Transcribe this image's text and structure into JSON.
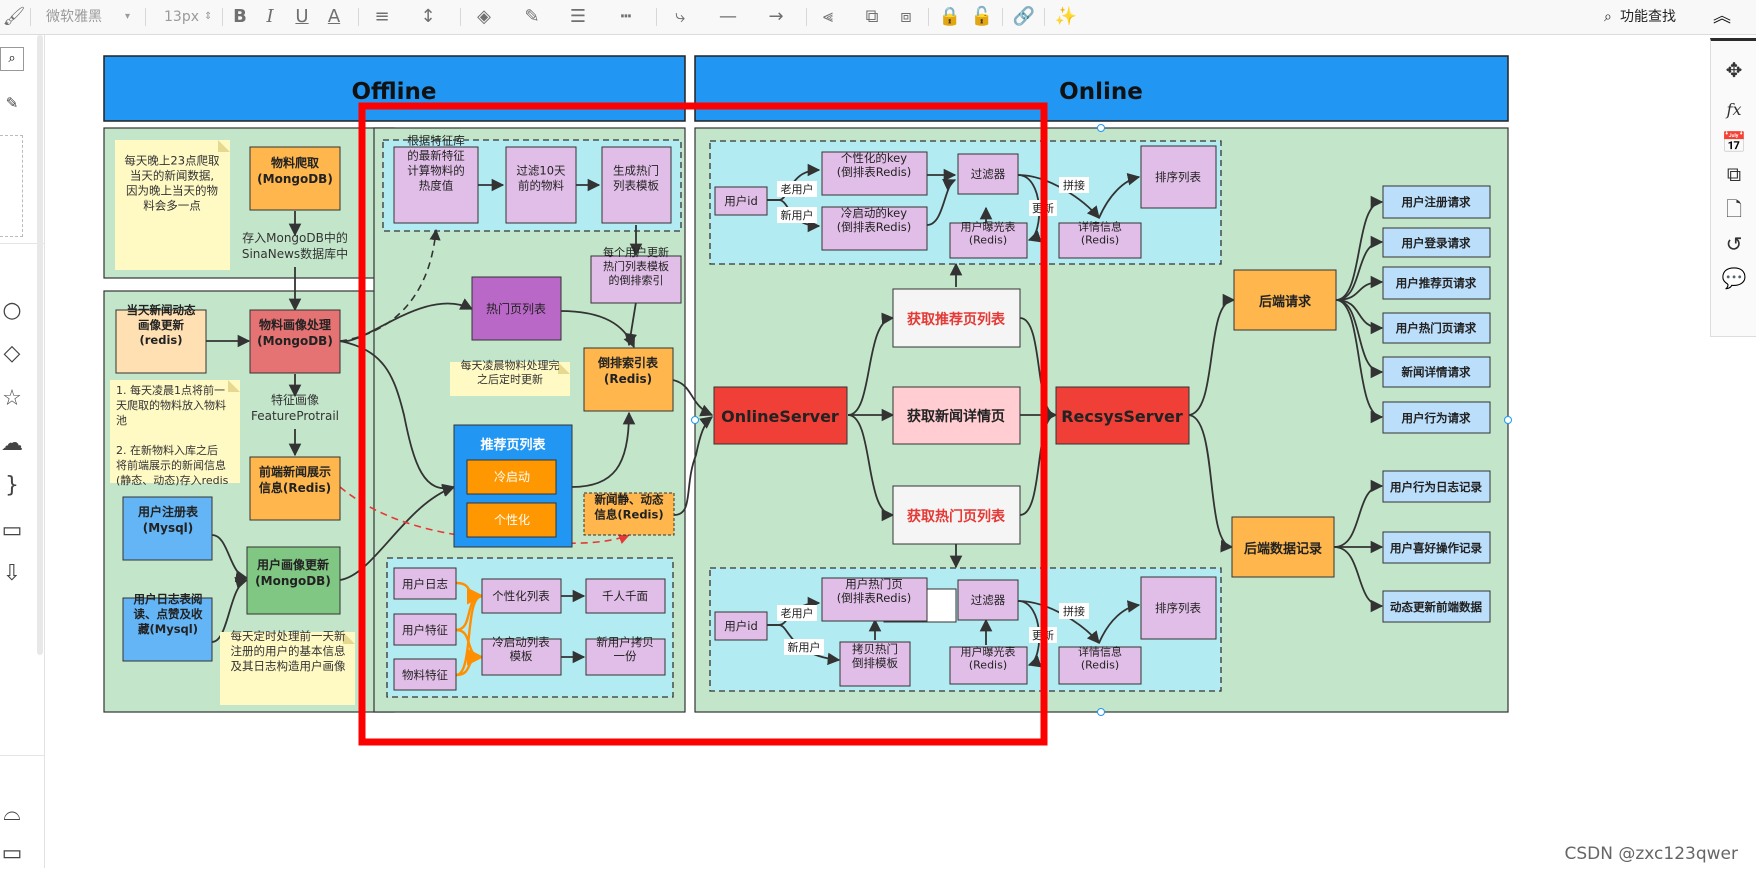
{
  "toolbar": {
    "font_family": "微软雅黑",
    "font_size": "13px",
    "search_label": "功能查找"
  },
  "watermark": "CSDN @zxc123qwer",
  "diagram": {
    "offline_header": "Offline",
    "online_header": "Online",
    "nodes": {
      "material_crawl": "物料爬取\n(MongoDB)",
      "crawl_note": "每天晚上23点爬取\n当天的新闻数据,\n因为晚上当天的物\n料会多一点",
      "store_mongodb": "存入MongoDB中的\nSinaNews数据库中",
      "news_dynamic": "当天新闻动态\n画像更新\n(redis)",
      "material_profile": "物料画像处理\n(MongoDB)",
      "feature_profile": "特征画像\nFeatureProtrail",
      "morning_note": "1. 每天凌晨1点将前一\n天爬取的物料放入物料\n池\n\n2. 在新物料入库之后\n将前端展示的新闻信息\n(静态、动态)存入redis",
      "frontend_news": "前端新闻展示\n信息(Redis)",
      "user_register_table": "用户注册表\n(Mysql)",
      "user_log_table": "用户日志表阅\n读、点赞及收\n藏(Mysql)",
      "user_profile_update": "用户画像更新\n(MongoDB)",
      "user_note": "每天定时处理前一天新\n注册的用户的基本信息\n及其日志构造用户画像",
      "feature_calc": "根据特征库\n的最新特征\n计算物料的\n热度值",
      "filter_10days": "过滤10天\n前的物料",
      "gen_hot_template": "生成热门\n列表模板",
      "hot_page_list": "热门页列表",
      "each_user_update": "每个用户更新\n热门列表模板\n的倒排索引",
      "morning_update_note": "每天凌晨物料处理完\n之后定时更新",
      "inverted_index": "倒排索引表\n(Redis)",
      "rec_page_list_title": "推荐页列表",
      "cold_start": "冷启动",
      "personalized": "个性化",
      "news_static_dynamic": "新闻静、动态\n信息(Redis)",
      "user_log": "用户日志",
      "user_feature": "用户特征",
      "material_feature": "物料特征",
      "personal_list": "个性化列表",
      "thousand_faces": "千人千面",
      "cold_list_template": "冷启动列表\n模板",
      "new_user_copy": "新用户拷贝\n一份",
      "userid_top": "用户id",
      "old_user_top": "老用户",
      "new_user_top": "新用户",
      "personal_key": "个性化的key\n(倒排表Redis)",
      "cold_key": "冷启动的key\n(倒排表Redis)",
      "filter_top": "过滤器",
      "exposure_top": "用户曝光表\n(Redis)",
      "splice_top": "拼接",
      "update_top": "更新",
      "sort_top": "排序列表",
      "detail_top": "详情信息\n(Redis)",
      "online_server": "OnlineServer",
      "get_rec_list": "获取推荐页列表",
      "get_news_detail": "获取新闻详情页",
      "get_hot_list": "获取热门页列表",
      "recsys_server": "RecsysServer",
      "backend_request": "后端请求",
      "backend_log": "后端数据记录",
      "req_register": "用户注册请求",
      "req_login": "用户登录请求",
      "req_rec": "用户推荐页请求",
      "req_hot": "用户热门页请求",
      "req_news_detail": "新闻详情请求",
      "req_action": "用户行为请求",
      "log_action": "用户行为日志记录",
      "log_like": "用户喜好操作记录",
      "log_dynamic": "动态更新前端数据",
      "userid_bottom": "用户id",
      "old_user_bottom": "老用户",
      "new_user_bottom": "新用户",
      "user_hot_page": "用户热门页\n(倒排表Redis)",
      "copy_hot_template": "拷贝热门\n倒排模板",
      "filter_bottom": "过滤器",
      "exposure_bottom": "用户曝光表\n(Redis)",
      "splice_bottom": "拼接",
      "update_bottom": "更新",
      "sort_bottom": "排序列表",
      "detail_bottom": "详情信息\n(Redis)"
    }
  },
  "colors": {
    "blue_header": "#2196f3",
    "green_panel": "#c3e6cb",
    "cyan_panel": "#b3ebf2",
    "orange": "#ffb74d",
    "purple_light": "#e1bee7",
    "purple_dark": "#ba68c8",
    "red_server": "#ef3f36",
    "yellow_note": "#fff9c4",
    "light_blue_req": "#bbdefb",
    "highlight_red": "#ff0000"
  }
}
